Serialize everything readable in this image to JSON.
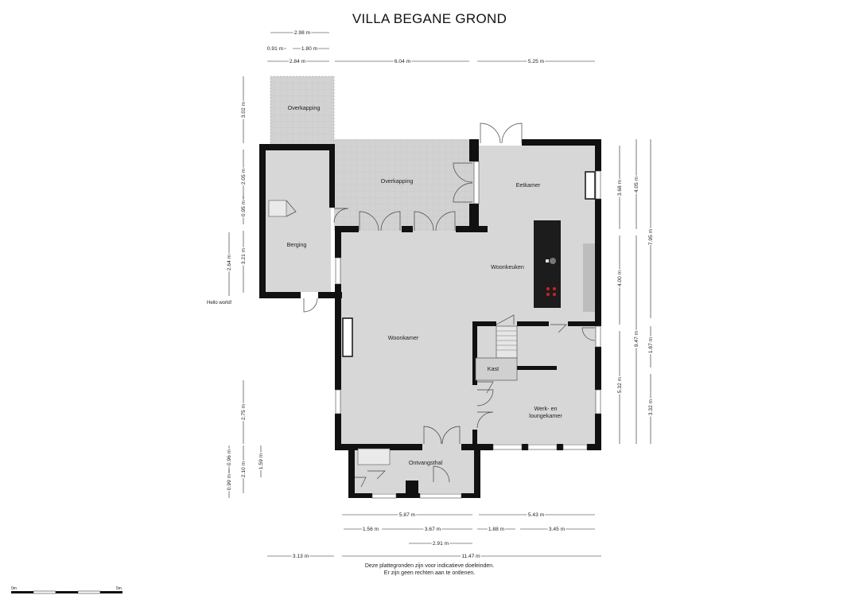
{
  "title": "VILLA BEGANE GROND",
  "rooms": {
    "overkapping_top": "Overkapping",
    "overkapping_mid": "Overkapping",
    "eetkamer": "Eetkamer",
    "berging": "Berging",
    "woonkeuken": "Woonkeuken",
    "woonkamer": "Woonkamer",
    "kast": "Kast",
    "werk_line1": "Werk- en",
    "werk_line2": "loungekamer",
    "ontvangsthal": "Ontvangsthal"
  },
  "dimensions": {
    "top_298": "2.98 m",
    "top_091": "0.91 m",
    "top_180": "1.80 m",
    "top_284": "2.84 m",
    "top_604": "6.04 m",
    "top_525": "5.25 m",
    "left_302": "3.02 m",
    "left_205": "2.05 m",
    "left_095": "0.95 m",
    "left_321": "3.21 m",
    "left_264": "2.64 m",
    "left_275": "2.75 m",
    "left_096": "0.96 m",
    "left_210": "2.10 m",
    "left_099": "0.99 m",
    "left_159": "1.59 m",
    "right_368": "3.68 m",
    "right_405": "4.05 m",
    "right_795": "7.95 m",
    "right_400": "4.00 m",
    "right_947": "9.47 m",
    "right_187": "1.87 m",
    "right_532": "5.32 m",
    "right_332": "3.32 m",
    "bot_587": "5.87 m",
    "bot_543": "5.43 m",
    "bot_156": "1.56 m",
    "bot_367": "3.67 m",
    "bot_188": "1.88 m",
    "bot_345": "3.45 m",
    "bot_291": "2.91 m",
    "bot_313": "3.13 m",
    "bot_1147": "11.47 m"
  },
  "disclaimer_line1": "Deze plattegronden zijn voor indicatieve doeleinden.",
  "disclaimer_line2": "Er zijn geen rechten aan te ontlenen.",
  "hello": "Hello world!",
  "scale": {
    "start": "0m",
    "end": "5m"
  },
  "colors": {
    "wall": "#111111",
    "floor": "#d7d7d7",
    "terrace": "#cfcfcf",
    "paper": "#ffffff",
    "hob": "#cc2222"
  }
}
